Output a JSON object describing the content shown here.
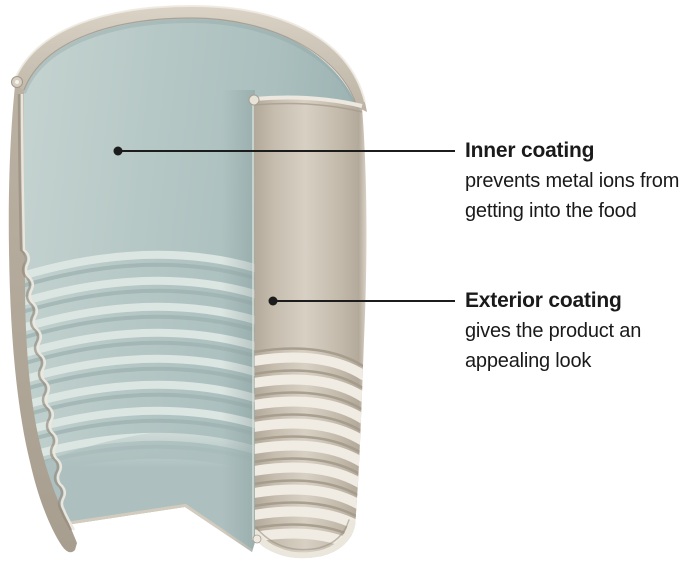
{
  "figure": {
    "labels": [
      {
        "heading": "Inner coating",
        "lines": [
          "prevents metal ions from",
          "getting into the food"
        ]
      },
      {
        "heading": "Exterior coating",
        "lines": [
          "gives the product an",
          "appealing look"
        ]
      }
    ],
    "colors": {
      "background": "#ffffff",
      "text": "#1a1a1a",
      "leader_line": "#1c1c1c",
      "can_interior": "#b4c6c4",
      "can_exterior": "#d5cec1",
      "can_rim": "#ccc4b6"
    }
  }
}
